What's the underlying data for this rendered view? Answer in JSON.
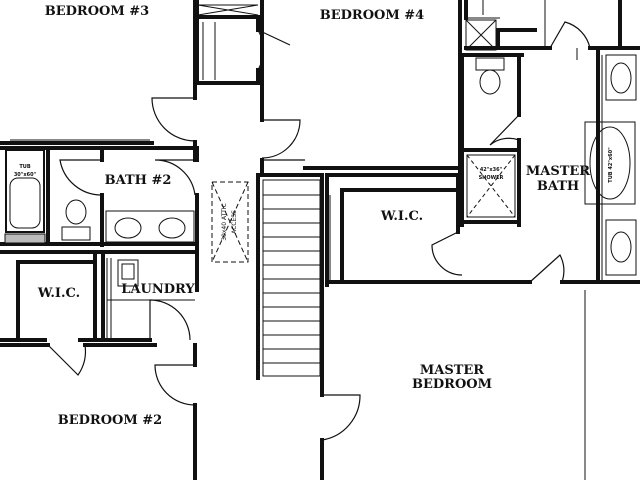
{
  "rooms": {
    "bedroom3": "BEDROOM #3",
    "bedroom4": "BEDROOM #4",
    "bedroom2": "BEDROOM #2",
    "master_bedroom_line1": "MASTER",
    "master_bedroom_line2": "BEDROOM",
    "master_bath_line1": "MASTER",
    "master_bath_line2": "BATH",
    "bath2": "BATH #2",
    "laundry": "LAUNDRY",
    "wic_left": "W.I.C.",
    "wic_master": "W.I.C."
  },
  "fixtures": {
    "tub_left_line1": "TUB",
    "tub_left_line2": "30\"x60\"",
    "shower_line1": "42\"x36\"",
    "shower_line2": "SHOWER",
    "tub_master": "TUB 42\"x60\"",
    "attic_line1": "30x40 ATTIC",
    "attic_line2": "ACCESS"
  },
  "colors": {
    "wall": "#111111",
    "background": "#ffffff"
  }
}
